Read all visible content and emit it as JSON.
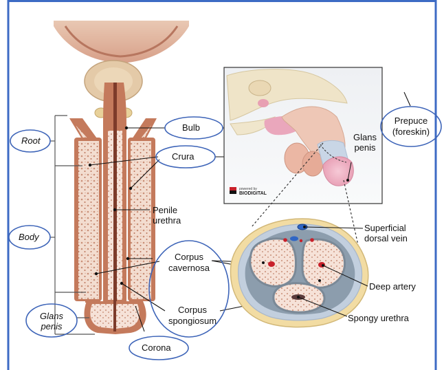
{
  "labels": {
    "root": "Root",
    "body": "Body",
    "glans_penis_line1": "Glans",
    "glans_penis_line2": "penis",
    "bulb": "Bulb",
    "crura": "Crura",
    "penile_urethra_line1": "Penile",
    "penile_urethra_line2": "urethra",
    "corpus_cavernosa_line1": "Corpus",
    "corpus_cavernosa_line2": "cavernosa",
    "corpus_spongiosum_line1": "Corpus",
    "corpus_spongiosum_line2": "spongiosum",
    "corona": "Corona",
    "prepuce_line1": "Prepuce",
    "prepuce_line2": "(foreskin)",
    "inset_glans_line1": "Glans",
    "inset_glans_line2": "penis",
    "superficial_dorsal_vein_line1": "Superficial",
    "superficial_dorsal_vein_line2": "dorsal vein",
    "deep_artery": "Deep artery",
    "spongy_urethra": "Spongy urethra",
    "logo_small": "powered by",
    "logo_text": "BIODIGITAL"
  },
  "colors": {
    "frame": "#3d6bc4",
    "oval": "#3d64b8",
    "tissue_dark": "#c47a5c",
    "tissue_light": "#f1d9cc",
    "bone_tan": "#e8d4a0",
    "artery": "#c8202a",
    "vein": "#2f66c4"
  }
}
